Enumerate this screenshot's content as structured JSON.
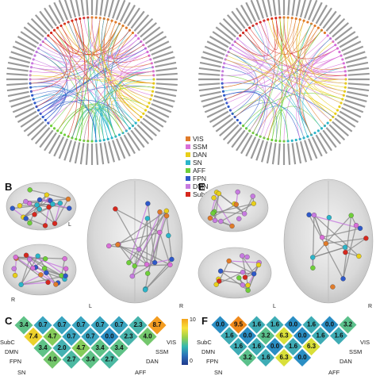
{
  "panel_labels": {
    "b": "B",
    "c": "C",
    "e": "E",
    "f": "F"
  },
  "legend": [
    {
      "label": "VIS",
      "color": "#e07b2a"
    },
    {
      "label": "SSM",
      "color": "#d96fd8"
    },
    {
      "label": "DAN",
      "color": "#e8cf1a"
    },
    {
      "label": "SN",
      "color": "#2bb5c9"
    },
    {
      "label": "AFF",
      "color": "#6fcf3a"
    },
    {
      "label": "FPN",
      "color": "#2e59c9"
    },
    {
      "label": "DMN",
      "color": "#c77be0"
    },
    {
      "label": "SubC",
      "color": "#d6281e"
    }
  ],
  "brain_side_labels": {
    "left": "L",
    "right": "R"
  },
  "colorbar": {
    "top": "10",
    "bottom": "0"
  },
  "matrix_c": {
    "left_labels": [
      "SubC",
      "DMN",
      "FPN",
      "SN"
    ],
    "right_labels": [
      "VIS",
      "SSM",
      "DAN",
      "AFF"
    ],
    "cells": [
      {
        "v": "3.4",
        "c": "#5fc287"
      },
      {
        "v": "0.7",
        "c": "#3aa5c0"
      },
      {
        "v": "0.7",
        "c": "#3aa5c0"
      },
      {
        "v": "0.7",
        "c": "#3aa5c0"
      },
      {
        "v": "0.7",
        "c": "#3aa5c0"
      },
      {
        "v": "0.7",
        "c": "#3aa5c0"
      },
      {
        "v": "2.3",
        "c": "#47b4ac"
      },
      {
        "v": "8.7",
        "c": "#f39c20"
      },
      {
        "v": "7.4",
        "c": "#ecd12c"
      },
      {
        "v": "4.7",
        "c": "#86cc5a"
      },
      {
        "v": "0.7",
        "c": "#3aa5c0"
      },
      {
        "v": "0.7",
        "c": "#3aa5c0"
      },
      {
        "v": "0.0",
        "c": "#2a8ec4"
      },
      {
        "v": "2.3",
        "c": "#47b4ac"
      },
      {
        "v": "4.0",
        "c": "#74c76c"
      },
      {
        "v": "3.4",
        "c": "#5fc287"
      },
      {
        "v": "2.0",
        "c": "#44b1b2"
      },
      {
        "v": "4.7",
        "c": "#86cc5a"
      },
      {
        "v": "3.4",
        "c": "#5fc287"
      },
      {
        "v": "3.4",
        "c": "#5fc287"
      },
      {
        "v": "4.0",
        "c": "#74c76c"
      },
      {
        "v": "2.7",
        "c": "#4cb9a2"
      },
      {
        "v": "3.4",
        "c": "#5fc287"
      },
      {
        "v": "2.7",
        "c": "#4cb9a2"
      }
    ]
  },
  "matrix_f": {
    "left_labels": [
      "SubC",
      "DMN",
      "FPN",
      "SN"
    ],
    "right_labels": [
      "VIS",
      "SSM",
      "DAN",
      "AFF"
    ],
    "cells": [
      {
        "v": "0.0",
        "c": "#2a8ec4"
      },
      {
        "v": "9.5",
        "c": "#f08a1c"
      },
      {
        "v": "1.6",
        "c": "#3eacb5"
      },
      {
        "v": "1.6",
        "c": "#3eacb5"
      },
      {
        "v": "0.0",
        "c": "#2a8ec4"
      },
      {
        "v": "1.6",
        "c": "#3eacb5"
      },
      {
        "v": "0.0",
        "c": "#2a8ec4"
      },
      {
        "v": "3.2",
        "c": "#5bc08b"
      },
      {
        "v": "1.6",
        "c": "#3eacb5"
      },
      {
        "v": "0.0",
        "c": "#2a8ec4"
      },
      {
        "v": "3.2",
        "c": "#5bc08b"
      },
      {
        "v": "6.3",
        "c": "#d9df3a"
      },
      {
        "v": "0.0",
        "c": "#2a8ec4"
      },
      {
        "v": "1.6",
        "c": "#3eacb5"
      },
      {
        "v": "1.6",
        "c": "#3eacb5"
      },
      {
        "v": "1.6",
        "c": "#3eacb5"
      },
      {
        "v": "1.6",
        "c": "#3eacb5"
      },
      {
        "v": "0.0",
        "c": "#2a8ec4"
      },
      {
        "v": "1.6",
        "c": "#3eacb5"
      },
      {
        "v": "6.3",
        "c": "#d9df3a"
      },
      {
        "v": "3.2",
        "c": "#5bc08b"
      },
      {
        "v": "1.6",
        "c": "#3eacb5"
      },
      {
        "v": "6.3",
        "c": "#d9df3a"
      },
      {
        "v": "0.0",
        "c": "#2a8ec4"
      }
    ]
  }
}
